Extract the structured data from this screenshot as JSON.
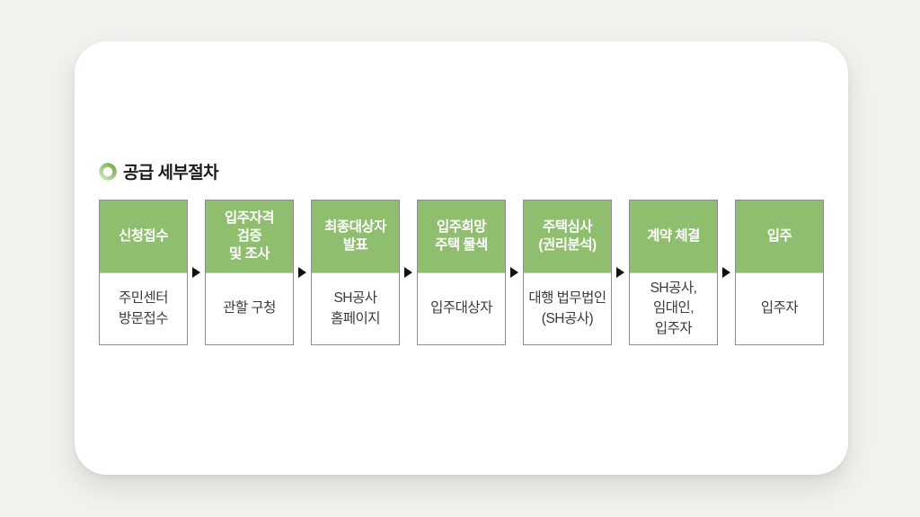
{
  "section": {
    "title": "공급 세부절차"
  },
  "flow": {
    "steps": [
      {
        "title": "신청접수",
        "subtitle": "주민센터\n방문접수"
      },
      {
        "title": "입주자격\n검증\n및 조사",
        "subtitle": "관할 구청"
      },
      {
        "title": "최종대상자\n발표",
        "subtitle": "SH공사\n홈페이지"
      },
      {
        "title": "입주희망\n주택 물색",
        "subtitle": "입주대상자"
      },
      {
        "title": "주택심사\n(권리분석)",
        "subtitle": "대행 법무법인\n(SH공사)"
      },
      {
        "title": "계약 체결",
        "subtitle": "SH공사,\n임대인,\n입주자"
      },
      {
        "title": "입주",
        "subtitle": "입주자"
      }
    ]
  },
  "icons": {
    "title_bullet": "ring-icon",
    "connector": "arrow-right-icon"
  },
  "colors": {
    "accent_green": "#8fbe6e",
    "box_border": "#8e8e8e",
    "header_divider": "#c9c9c9",
    "arrow_black": "#17100a",
    "page_background": "#f2f1ee",
    "card_background": "#ffffff",
    "title_text": "#1c1c1c",
    "body_text": "#3b3b3b"
  }
}
